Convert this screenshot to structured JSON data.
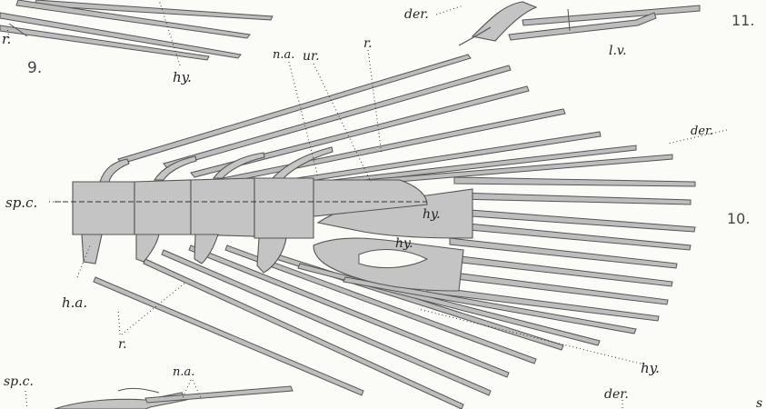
{
  "figure_numbers": {
    "fig9": "9.",
    "fig10": "10.",
    "fig11": "11."
  },
  "labels": {
    "r_top_left": "r.",
    "hy_top": "hy.",
    "der_top": "der.",
    "lv": "l.v.",
    "ur": "ur.",
    "r_top": "r.",
    "na_top": "n.a.",
    "der_right": "der.",
    "spc_mid": "sp.c.",
    "hy_inner1": "hy.",
    "hy_inner2": "hy.",
    "ha": "h.a.",
    "r_bottom": "r.",
    "hy_bottom": "hy.",
    "spc_bottom": "sp.c.",
    "na_bottom": "n.a.",
    "der_bottom": "der.",
    "s_edge": "s"
  }
}
